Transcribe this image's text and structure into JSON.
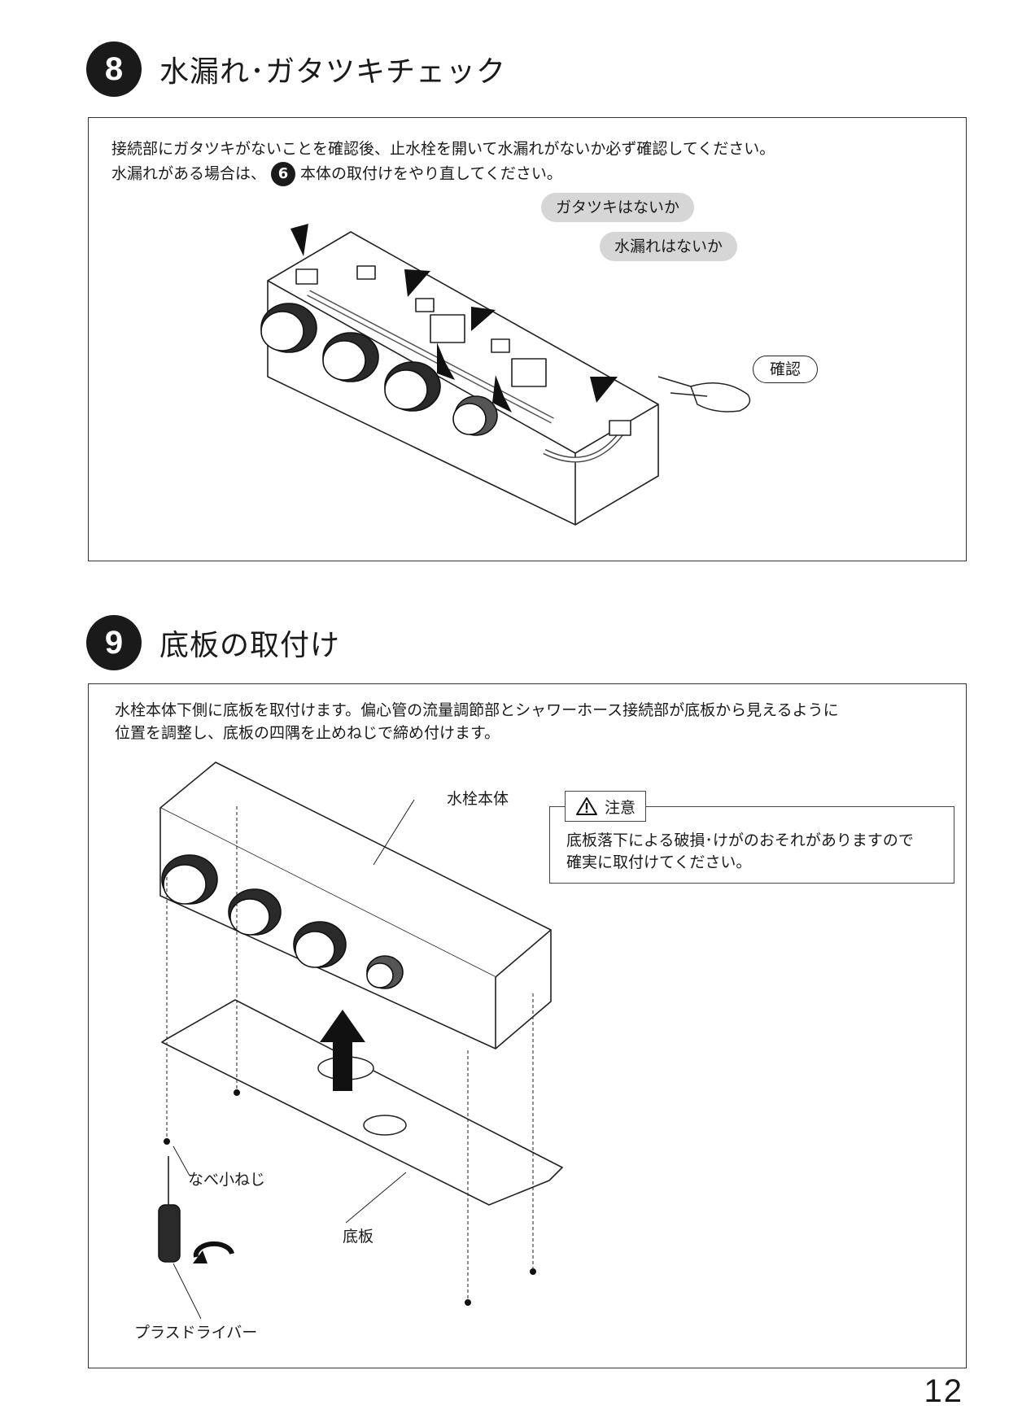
{
  "step8": {
    "number": "8",
    "title": "水漏れ･ガタツキチェック",
    "desc_line1": "接続部にガタツキがないことを確認後、止水栓を開いて水漏れがないか必ず確認してください。",
    "desc_line2_pre": "水漏れがある場合は、",
    "desc_ref": "6",
    "desc_line2_post": "本体の取付けをやり直してください。",
    "bubble_rattle": "ガタツキはないか",
    "bubble_leak": "水漏れはないか",
    "confirm_label": "確認"
  },
  "step9": {
    "number": "9",
    "title": "底板の取付け",
    "desc_line1": "水栓本体下側に底板を取付けます。偏心管の流量調節部とシャワーホース接続部が底板から見えるように",
    "desc_line2": "位置を調整し、底板の四隅を止めねじで締め付けます。",
    "label_body": "水栓本体",
    "label_screw": "なべ小ねじ",
    "label_plate": "底板",
    "label_driver": "プラスドライバー",
    "caution": {
      "title": "注意",
      "line1": "底板落下による破損･けがのおそれがありますので",
      "line2": "確実に取付けてください。"
    }
  },
  "page_number": "12"
}
